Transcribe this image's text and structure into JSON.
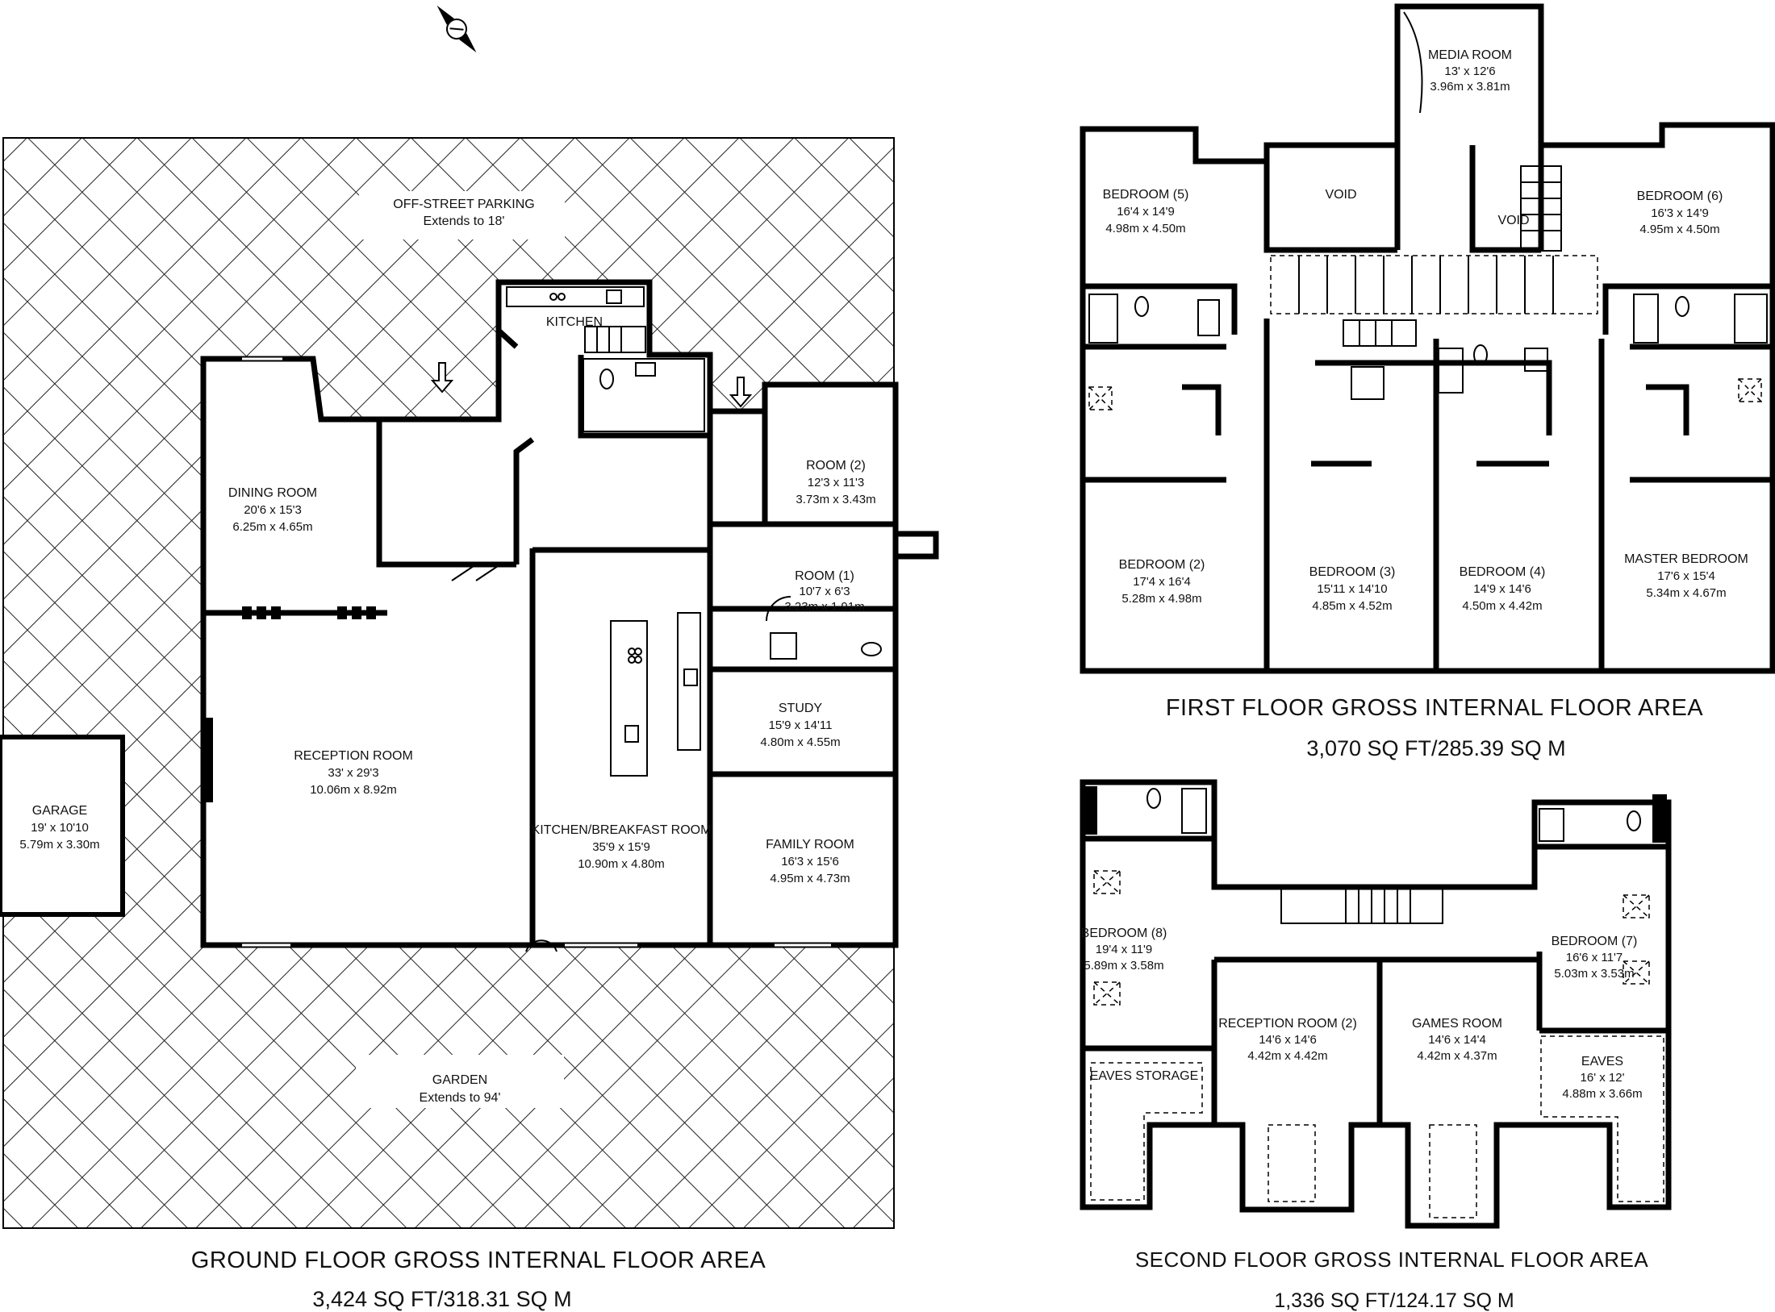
{
  "ground_floor": {
    "caption": "GROUND FLOOR GROSS INTERNAL FLOOR AREA",
    "area": "3,424 SQ FT/318.31 SQ M",
    "parking": {
      "name": "OFF-STREET PARKING",
      "extent": "Extends to 18'"
    },
    "garden": {
      "name": "GARDEN",
      "extent": "Extends to 94'"
    },
    "rooms": [
      {
        "id": "dining",
        "name": "DINING ROOM",
        "imperial": "20'6 x 15'3",
        "metric": "6.25m x 4.65m"
      },
      {
        "id": "reception",
        "name": "RECEPTION ROOM",
        "imperial": "33' x 29'3",
        "metric": "10.06m x 8.92m"
      },
      {
        "id": "garage",
        "name": "GARAGE",
        "imperial": "19' x 10'10",
        "metric": "5.79m x 3.30m"
      },
      {
        "id": "kitchen",
        "name": "KITCHEN",
        "imperial": "",
        "metric": ""
      },
      {
        "id": "room2",
        "name": "ROOM (2)",
        "imperial": "12'3 x 11'3",
        "metric": "3.73m x 3.43m"
      },
      {
        "id": "room1",
        "name": "ROOM (1)",
        "imperial": "10'7 x 6'3",
        "metric": "3.23m x 1.91m"
      },
      {
        "id": "study",
        "name": "STUDY",
        "imperial": "15'9 x 14'11",
        "metric": "4.80m x 4.55m"
      },
      {
        "id": "kitchen_breakfast",
        "name": "KITCHEN/BREAKFAST ROOM",
        "imperial": "35'9 x 15'9",
        "metric": "10.90m x 4.80m"
      },
      {
        "id": "family",
        "name": "FAMILY ROOM",
        "imperial": "16'3 x 15'6",
        "metric": "4.95m x 4.73m"
      }
    ]
  },
  "first_floor": {
    "caption": "FIRST FLOOR GROSS INTERNAL FLOOR AREA",
    "area": "3,070 SQ FT/285.39 SQ M",
    "void_label": "VOID",
    "rooms": [
      {
        "id": "media",
        "name": "MEDIA ROOM",
        "imperial": "13' x 12'6",
        "metric": "3.96m x 3.81m"
      },
      {
        "id": "bed5",
        "name": "BEDROOM (5)",
        "imperial": "16'4 x 14'9",
        "metric": "4.98m x 4.50m"
      },
      {
        "id": "bed6",
        "name": "BEDROOM (6)",
        "imperial": "16'3 x 14'9",
        "metric": "4.95m x 4.50m"
      },
      {
        "id": "bed2",
        "name": "BEDROOM (2)",
        "imperial": "17'4 x 16'4",
        "metric": "5.28m x 4.98m"
      },
      {
        "id": "bed3",
        "name": "BEDROOM (3)",
        "imperial": "15'11 x 14'10",
        "metric": "4.85m x 4.52m"
      },
      {
        "id": "bed4",
        "name": "BEDROOM (4)",
        "imperial": "14'9 x 14'6",
        "metric": "4.50m x 4.42m"
      },
      {
        "id": "master",
        "name": "MASTER BEDROOM",
        "imperial": "17'6 x 15'4",
        "metric": "5.34m x 4.67m"
      }
    ]
  },
  "second_floor": {
    "caption": "SECOND FLOOR GROSS INTERNAL FLOOR AREA",
    "area": "1,336 SQ FT/124.17 SQ M",
    "rooms": [
      {
        "id": "bed8",
        "name": "BEDROOM (8)",
        "imperial": "19'4 x 11'9",
        "metric": "5.89m x 3.58m"
      },
      {
        "id": "bed7",
        "name": "BEDROOM (7)",
        "imperial": "16'6 x 11'7",
        "metric": "5.03m x 3.53m"
      },
      {
        "id": "reception2",
        "name": "RECEPTION ROOM (2)",
        "imperial": "14'6 x 14'6",
        "metric": "4.42m x 4.42m"
      },
      {
        "id": "games",
        "name": "GAMES ROOM",
        "imperial": "14'6 x 14'4",
        "metric": "4.42m x 4.37m"
      },
      {
        "id": "eaves",
        "name": "EAVES",
        "imperial": "16' x 12'",
        "metric": "4.88m x 3.66m"
      },
      {
        "id": "eaves_storage",
        "name": "EAVES STORAGE",
        "imperial": "",
        "metric": ""
      }
    ]
  },
  "icons": [
    "compass-icon",
    "entrance-arrow-icon",
    "skylight-icon",
    "bath-icon",
    "shower-icon",
    "toilet-icon",
    "sink-icon",
    "hob-icon",
    "staircase-icon",
    "door-icon",
    "window-icon"
  ]
}
